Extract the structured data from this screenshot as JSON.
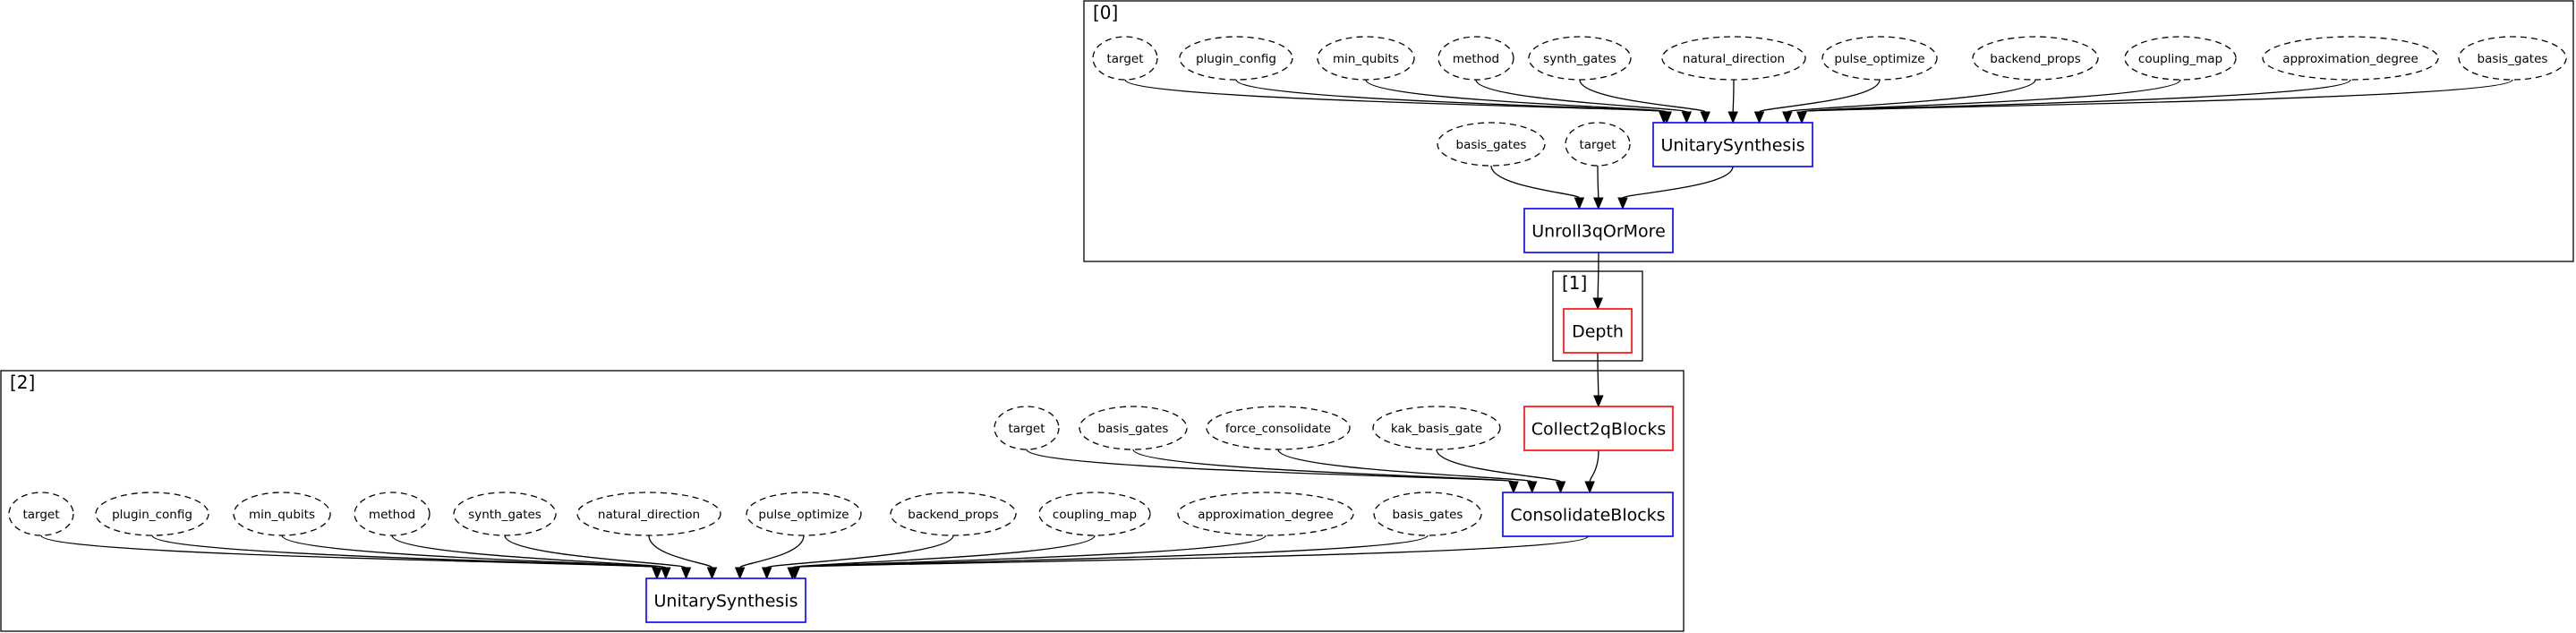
{
  "colors": {
    "transformation_pass": "#0000ff",
    "analysis_pass": "#ff0000",
    "edge": "#000000"
  },
  "clusters": [
    {
      "id": "c0",
      "label": "[0]"
    },
    {
      "id": "c1",
      "label": "[1]"
    },
    {
      "id": "c2",
      "label": "[2]"
    }
  ],
  "passes": [
    {
      "id": "p_us1",
      "label": "UnitarySynthesis",
      "kind": "transformation"
    },
    {
      "id": "p_unroll",
      "label": "Unroll3qOrMore",
      "kind": "transformation"
    },
    {
      "id": "p_depth",
      "label": "Depth",
      "kind": "analysis"
    },
    {
      "id": "p_collect",
      "label": "Collect2qBlocks",
      "kind": "analysis"
    },
    {
      "id": "p_consolidate",
      "label": "ConsolidateBlocks",
      "kind": "transformation"
    },
    {
      "id": "p_us2",
      "label": "UnitarySynthesis",
      "kind": "transformation"
    }
  ],
  "params": [
    {
      "id": "a_target",
      "label": "target"
    },
    {
      "id": "a_plugin_config",
      "label": "plugin_config"
    },
    {
      "id": "a_min_qubits",
      "label": "min_qubits"
    },
    {
      "id": "a_method",
      "label": "method"
    },
    {
      "id": "a_synth_gates",
      "label": "synth_gates"
    },
    {
      "id": "a_natural_direction",
      "label": "natural_direction"
    },
    {
      "id": "a_pulse_optimize",
      "label": "pulse_optimize"
    },
    {
      "id": "a_backend_props",
      "label": "backend_props"
    },
    {
      "id": "a_coupling_map",
      "label": "coupling_map"
    },
    {
      "id": "a_approximation_degree",
      "label": "approximation_degree"
    },
    {
      "id": "a_basis_gates",
      "label": "basis_gates"
    },
    {
      "id": "b_basis_gates",
      "label": "basis_gates"
    },
    {
      "id": "b_target",
      "label": "target"
    },
    {
      "id": "d_target",
      "label": "target"
    },
    {
      "id": "d_basis_gates",
      "label": "basis_gates"
    },
    {
      "id": "d_force_consolidate",
      "label": "force_consolidate"
    },
    {
      "id": "d_kak_basis_gate",
      "label": "kak_basis_gate"
    },
    {
      "id": "e_target",
      "label": "target"
    },
    {
      "id": "e_plugin_config",
      "label": "plugin_config"
    },
    {
      "id": "e_min_qubits",
      "label": "min_qubits"
    },
    {
      "id": "e_method",
      "label": "method"
    },
    {
      "id": "e_synth_gates",
      "label": "synth_gates"
    },
    {
      "id": "e_natural_direction",
      "label": "natural_direction"
    },
    {
      "id": "e_pulse_optimize",
      "label": "pulse_optimize"
    },
    {
      "id": "e_backend_props",
      "label": "backend_props"
    },
    {
      "id": "e_coupling_map",
      "label": "coupling_map"
    },
    {
      "id": "e_approximation_degree",
      "label": "approximation_degree"
    },
    {
      "id": "e_basis_gates",
      "label": "basis_gates"
    }
  ],
  "edges": [
    [
      "a_target",
      "p_us1"
    ],
    [
      "a_plugin_config",
      "p_us1"
    ],
    [
      "a_min_qubits",
      "p_us1"
    ],
    [
      "a_method",
      "p_us1"
    ],
    [
      "a_synth_gates",
      "p_us1"
    ],
    [
      "a_natural_direction",
      "p_us1"
    ],
    [
      "a_pulse_optimize",
      "p_us1"
    ],
    [
      "a_backend_props",
      "p_us1"
    ],
    [
      "a_coupling_map",
      "p_us1"
    ],
    [
      "a_approximation_degree",
      "p_us1"
    ],
    [
      "a_basis_gates",
      "p_us1"
    ],
    [
      "b_basis_gates",
      "p_unroll"
    ],
    [
      "b_target",
      "p_unroll"
    ],
    [
      "p_us1",
      "p_unroll"
    ],
    [
      "p_unroll",
      "p_depth"
    ],
    [
      "p_depth",
      "p_collect"
    ],
    [
      "d_target",
      "p_consolidate"
    ],
    [
      "d_basis_gates",
      "p_consolidate"
    ],
    [
      "d_force_consolidate",
      "p_consolidate"
    ],
    [
      "d_kak_basis_gate",
      "p_consolidate"
    ],
    [
      "p_collect",
      "p_consolidate"
    ],
    [
      "e_target",
      "p_us2"
    ],
    [
      "e_plugin_config",
      "p_us2"
    ],
    [
      "e_min_qubits",
      "p_us2"
    ],
    [
      "e_method",
      "p_us2"
    ],
    [
      "e_synth_gates",
      "p_us2"
    ],
    [
      "e_natural_direction",
      "p_us2"
    ],
    [
      "e_pulse_optimize",
      "p_us2"
    ],
    [
      "e_backend_props",
      "p_us2"
    ],
    [
      "e_coupling_map",
      "p_us2"
    ],
    [
      "e_approximation_degree",
      "p_us2"
    ],
    [
      "e_basis_gates",
      "p_us2"
    ],
    [
      "p_consolidate",
      "p_us2"
    ]
  ]
}
